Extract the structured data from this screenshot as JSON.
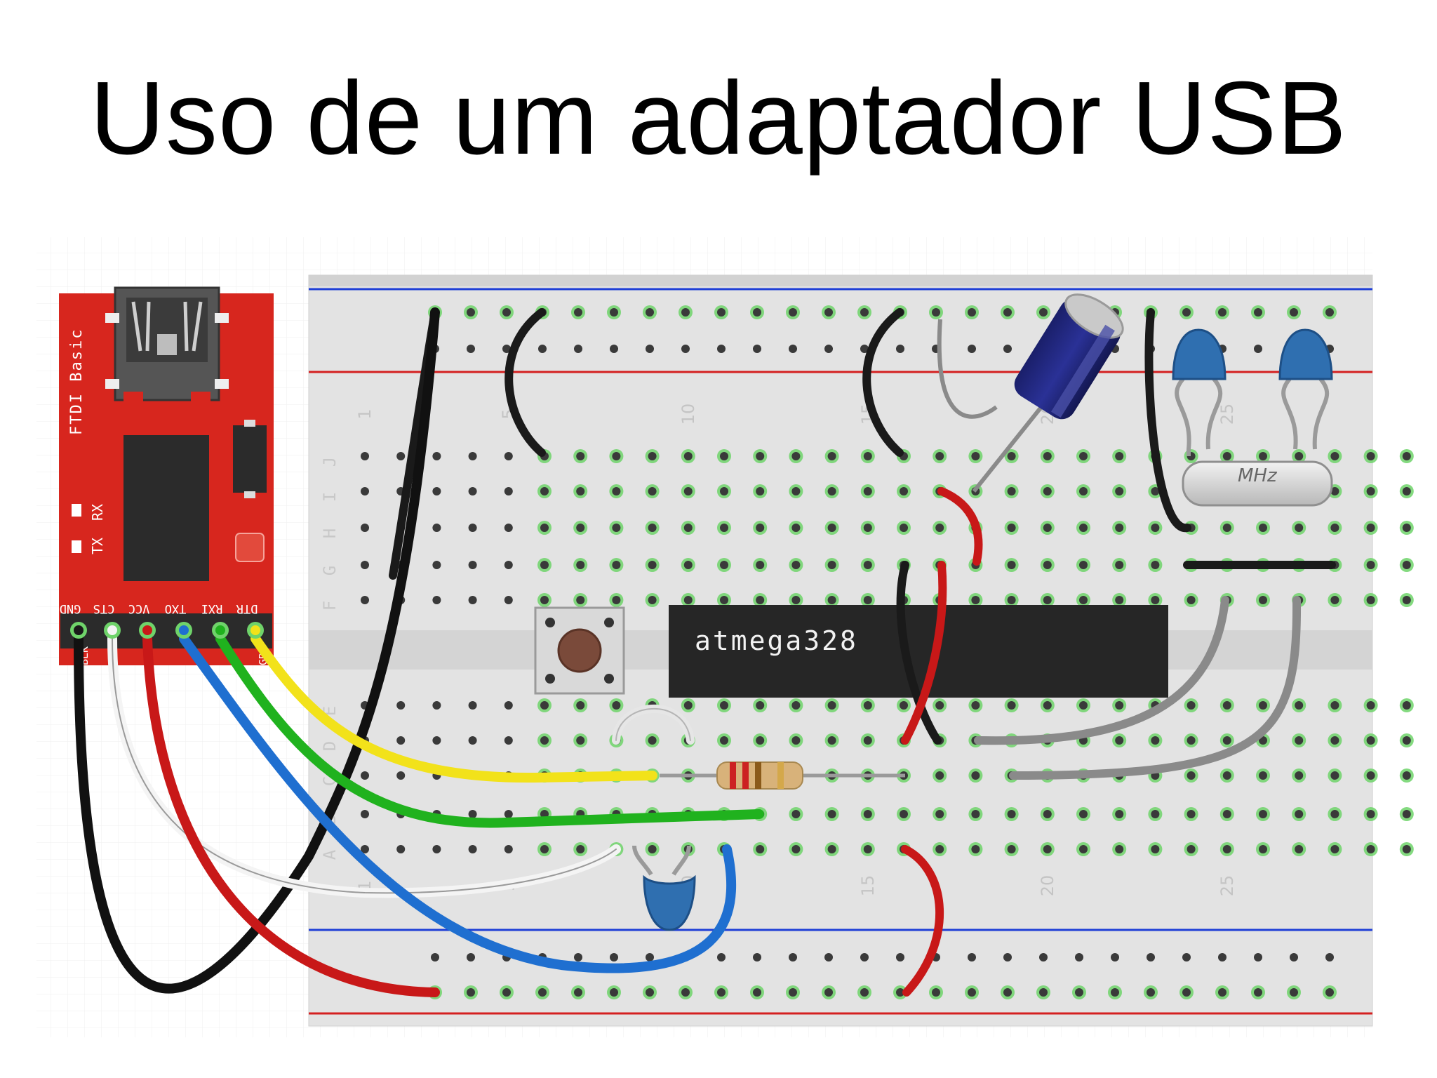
{
  "slide": {
    "title": "Uso de um adaptador USB"
  },
  "breadboard": {
    "row_letters": [
      "J",
      "I",
      "H",
      "G",
      "F",
      "E",
      "D",
      "C",
      "B",
      "A"
    ],
    "column_numbers": [
      "1",
      "5",
      "10",
      "15",
      "20",
      "25"
    ],
    "colors": {
      "board": "#e3e3e3",
      "rail_blue": "#1f3fd6",
      "rail_red": "#d42020",
      "hole": "#3a3a3a",
      "hole_active": "#6fd36a"
    }
  },
  "ftdi": {
    "board_label": "FTDI Basic",
    "led_labels": [
      "TX",
      "RX"
    ],
    "pins": [
      "GND",
      "CTS",
      "VCC",
      "TXO",
      "RXI",
      "DTR"
    ],
    "pin_side_labels": [
      "BLK",
      "GRN"
    ],
    "color": "#d7261e"
  },
  "chip": {
    "label": "atmega328",
    "color": "#262626"
  },
  "crystal": {
    "label": "MHz"
  },
  "wire_colors": {
    "gnd": "#1a1a1a",
    "cts": "#f4f4f4",
    "vcc": "#c81818",
    "txo": "#1f6fd0",
    "rxi": "#20b21e",
    "dtr": "#f2e21a",
    "jumper_gray": "#8a8a8a"
  }
}
